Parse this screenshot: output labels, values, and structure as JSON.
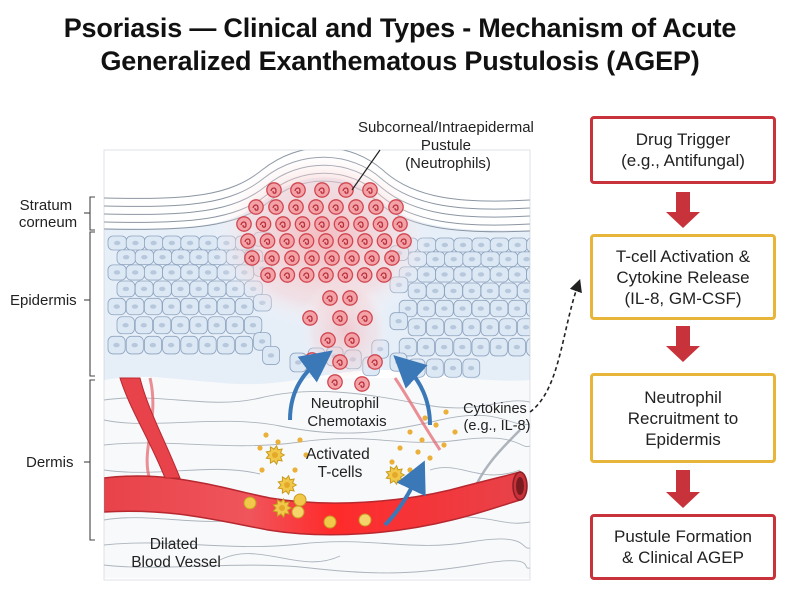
{
  "title_line1": "Psoriasis — Clinical and Types - Mechanism of Acute",
  "title_line2": "Generalized Exanthematous Pustulosis (AGEP)",
  "labels": {
    "pustule": [
      "Subcorneal/Intraepidermal",
      "Pustule",
      "(Neutrophils)"
    ],
    "stratum": [
      "Stratum",
      "corneum"
    ],
    "epidermis": "Epidermis",
    "dermis": "Dermis",
    "chemotaxis": [
      "Neutrophil",
      "Chemotaxis"
    ],
    "cytokines": [
      "Cytokines",
      "(e.g., IL-8)"
    ],
    "tcells": [
      "Activated",
      "T-cells"
    ],
    "vessel": [
      "Dilated",
      "Blood Vessel"
    ]
  },
  "flow": [
    {
      "text": "Drug Trigger\n(e.g., Antifungal)",
      "style": "red"
    },
    {
      "text": "T-cell Activation &\nCytokine Release\n(IL-8, GM-CSF)",
      "style": "gold"
    },
    {
      "text": "Neutrophil\nRecruitment to\nEpidermis",
      "style": "gold"
    },
    {
      "text": "Pustule Formation\n& Clinical AGEP",
      "style": "red"
    }
  ],
  "colors": {
    "red_accent": "#c8323a",
    "gold_accent": "#e8b53b",
    "neutrophil": "#e46a72",
    "epidermal_cell": "#dde8f5",
    "blood_vessel": "#e8424a",
    "tcell": "#f2c84b",
    "arrow_blue": "#3a78b8"
  }
}
